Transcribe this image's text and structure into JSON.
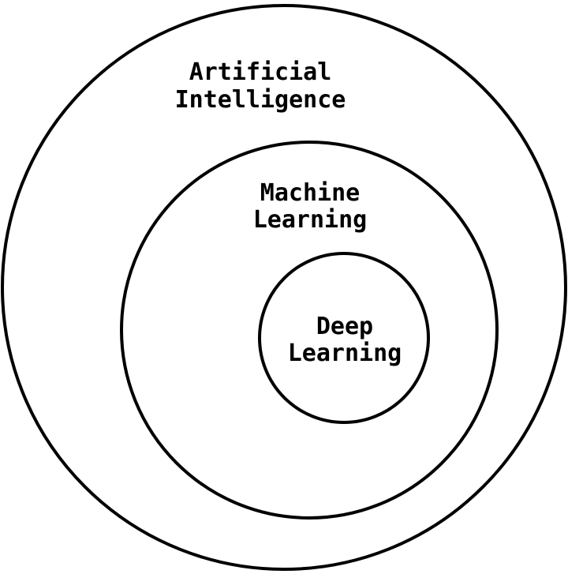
{
  "diagram": {
    "outer": {
      "line1": "Artificial",
      "line2": "Intelligence"
    },
    "middle": {
      "line1": "Machine",
      "line2": "Learning"
    },
    "inner": {
      "line1": "Deep",
      "line2": "Learning"
    },
    "colors": {
      "stroke": "#000000",
      "background": "#ffffff"
    }
  }
}
